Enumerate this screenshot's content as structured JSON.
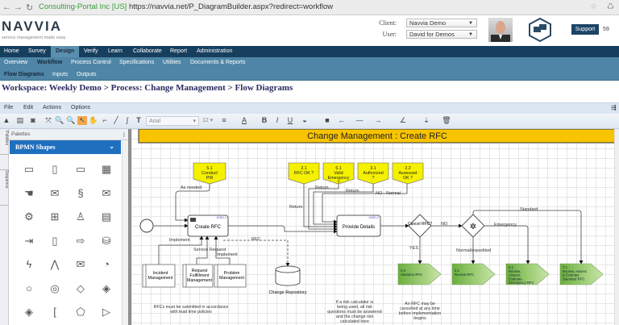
{
  "browser": {
    "secure_label": "Consulting-Portal Inc [US]",
    "url": "https://navvia.net/P_DiagramBuilder.aspx?redirect=workflow"
  },
  "header": {
    "logo": "NAVVIA",
    "tagline": "service management made easy",
    "client_label": "Client:",
    "client_value": "Navvia Demo",
    "user_label": "User:",
    "user_value": "David for Demos",
    "support_label": "Support",
    "count": "59"
  },
  "nav": {
    "primary": [
      "Home",
      "Survey",
      "Design",
      "Verify",
      "Learn",
      "Collaborate",
      "Report",
      "Administration"
    ],
    "primary_active": "Design",
    "secondary": [
      "Overview",
      "Workflow",
      "Process Control",
      "Specifications",
      "Utilities",
      "Documents & Reports"
    ],
    "secondary_active": "Workflow",
    "tertiary": [
      "Flow Diagrams",
      "Inputs",
      "Outputs"
    ],
    "tertiary_active": "Flow Diagrams"
  },
  "breadcrumb": "Workspace: Weekly Demo > Process: Change Management > Flow Diagrams",
  "menu": [
    "File",
    "Edit",
    "Actions",
    "Options"
  ],
  "toolbar": {
    "font": "Arial",
    "size": "12"
  },
  "side_tabs": [
    "Palettes",
    "Sequence"
  ],
  "palette": {
    "header": "Palettes",
    "group": "BPMN Shapes",
    "icons": [
      "pool-horizontal",
      "pool-vertical",
      "task",
      "data-table",
      "manual-task",
      "message-receive",
      "script-task",
      "message-send",
      "service-gear",
      "subprocess",
      "user-task",
      "document",
      "data-input",
      "data-object",
      "data-output",
      "data-store",
      "lightning",
      "escalation",
      "message-event",
      "timer",
      "start-event",
      "end-event",
      "gateway",
      "gateway-event",
      "gateway-complex",
      "annotation",
      "off-page-connector",
      "tag"
    ]
  },
  "accent_colors": {
    "nav": "#163f5e",
    "title_bar": "#f8c300",
    "off_page_yellow": "#f5f000",
    "green_connector": "#7bbf4a"
  },
  "diagram": {
    "title": "Change Management : Create RFC",
    "tasks": [
      {
        "label": "Create RFC",
        "id": "ONE1.1"
      },
      {
        "label": "Provide Details",
        "id": "ONE1.2"
      }
    ],
    "gateways": [
      {
        "label": "Cancel RFC?"
      },
      {
        "label": ""
      }
    ],
    "yellow_refs": [
      {
        "num": "5.1",
        "text": "Conduct PIR"
      },
      {
        "num": "2.1",
        "text": "RFC OK ?"
      },
      {
        "num": "6.1",
        "text": "Valid Emergency ?"
      },
      {
        "num": "3.1",
        "text": "Authorized ?"
      },
      {
        "num": "2.2",
        "text": "Assessed OK ?"
      }
    ],
    "green_refs": [
      {
        "num": "3.3",
        "text": "Abandon RFC"
      },
      {
        "num": "2.1",
        "text": "Review RFC"
      },
      {
        "num": "6.1",
        "text": "Review, Assess, Evaluate Emergency RFC"
      },
      {
        "num": "7.1",
        "text": "Review, Assess & Evaluate Standard RFC"
      }
    ],
    "processes": [
      "Incident Management",
      "Request Fulfillment Management",
      "Problem Management"
    ],
    "repository": "Change Repository",
    "edge_labels": {
      "as_needed": "As needed",
      "return1": "Return",
      "return2": "Return",
      "return3": "Return",
      "no_normal": "NO - Normal",
      "rfc": "RFC",
      "implement1": "Implement",
      "service_request": "Service Request",
      "implement2": "Implement",
      "yes": "YES",
      "no": "NO",
      "standard": "Standard",
      "emergency": "Emergency",
      "normal": "Normal/expedited"
    },
    "notes": [
      "RFCs must be submitted in accordance with lead time policies",
      "If a risk calculator is being used, all risk questions must be answered and the change risk calculated here",
      "An RFC may be cancelled at any time before implementation begins"
    ]
  }
}
